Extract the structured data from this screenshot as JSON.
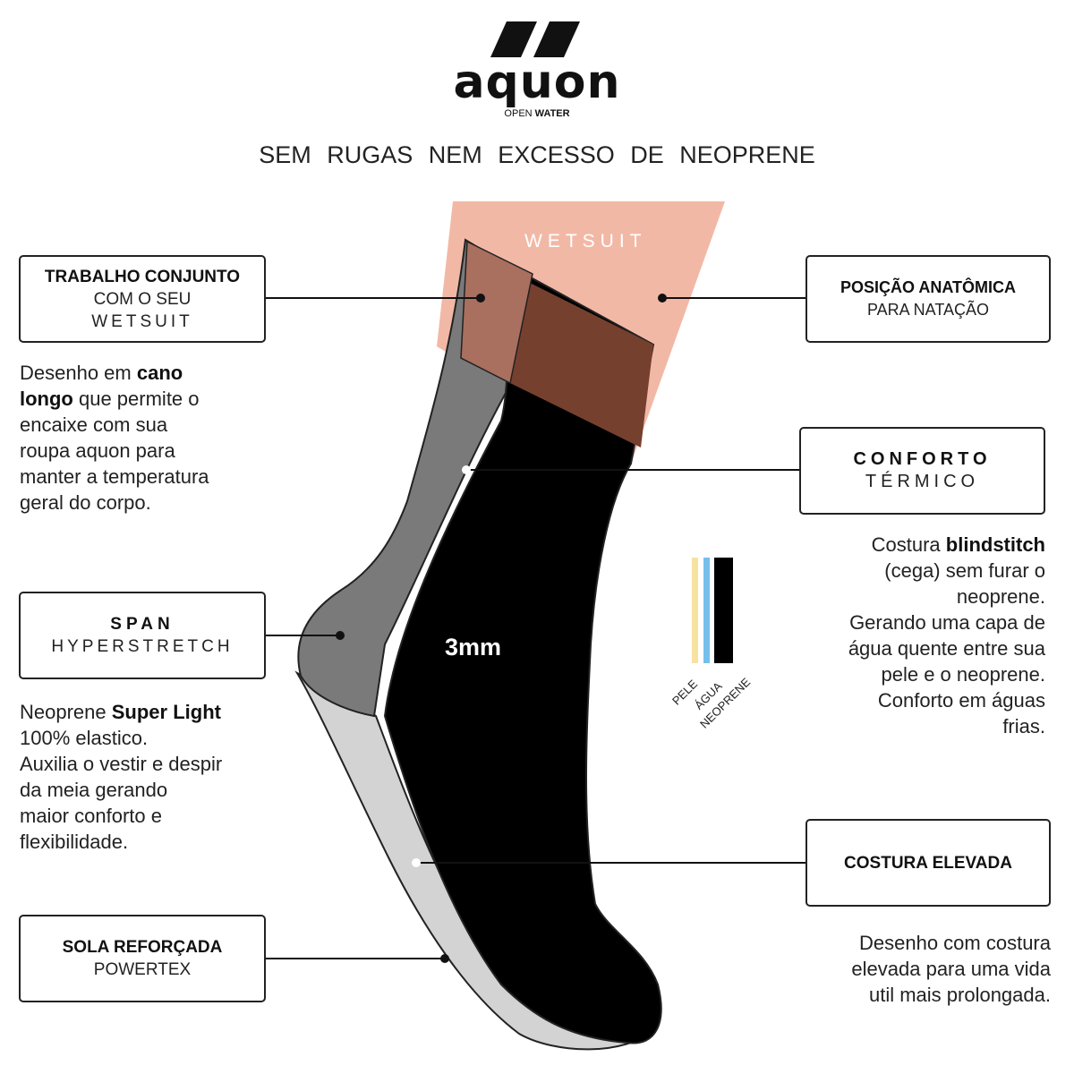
{
  "brand": {
    "name": "aquon",
    "sub_light": "OPEN",
    "sub_bold": "WATER"
  },
  "headline": "SEM RUGAS NEM EXCESSO DE NEOPRENE",
  "diagram": {
    "wetsuit_label": "WETSUIT",
    "thickness_label": "3mm",
    "layers": [
      "PELE",
      "ÁGUA",
      "NEOPRENE"
    ]
  },
  "boxes": {
    "trabalho": {
      "line1": "TRABALHO CONJUNTO",
      "line2": "COM O SEU",
      "line3": "WETSUIT"
    },
    "posicao": {
      "line1": "POSIÇÃO ANATÔMICA",
      "line2": "PARA NATAÇÃO"
    },
    "conforto": {
      "line1": "CONFORTO",
      "line2": "TÉRMICO"
    },
    "span": {
      "line1": "SPAN",
      "line2": "HYPERSTRETCH"
    },
    "costura": {
      "line1": "COSTURA ELEVADA"
    },
    "sola": {
      "line1": "SOLA REFORÇADA",
      "line2": "POWERTEX"
    }
  },
  "descriptions": {
    "trabalho": {
      "p1": "Desenho em ",
      "b1": "cano",
      "nl1": "",
      "b2": "longo",
      "p2": " que permite o",
      "p3": "encaixe com sua",
      "p4": "roupa aquon para",
      "p5": "manter a temperatura",
      "p6": "geral do corpo."
    },
    "conforto": {
      "p1": "Costura ",
      "b1": "blindstitch",
      "p2": "(cega) sem furar o",
      "p3": "neoprene.",
      "p4": "Gerando uma capa de",
      "p5": "água quente entre sua",
      "p6": "pele e o neoprene.",
      "p7": "Conforto em águas",
      "p8": "frias."
    },
    "span": {
      "p1": "Neoprene ",
      "b1": "Super Light",
      "p2": "100% elastico.",
      "p3": "Auxilia o vestir e despir",
      "p4": "da meia gerando",
      "p5": "maior conforto e",
      "p6": "flexibilidade."
    },
    "costura": {
      "p1": "Desenho com costura",
      "p2": "elevada para uma vida",
      "p3": "util mais prolongada."
    }
  },
  "colors": {
    "wetsuit_pink": "#f2b8a6",
    "wetsuit_brown": "#76402f",
    "sock_black": "#000000",
    "sock_grey": "#7a7a7a",
    "sole_light": "#d3d3d3",
    "layer_skin": "#f7e2a1",
    "layer_water": "#74c0ea"
  }
}
